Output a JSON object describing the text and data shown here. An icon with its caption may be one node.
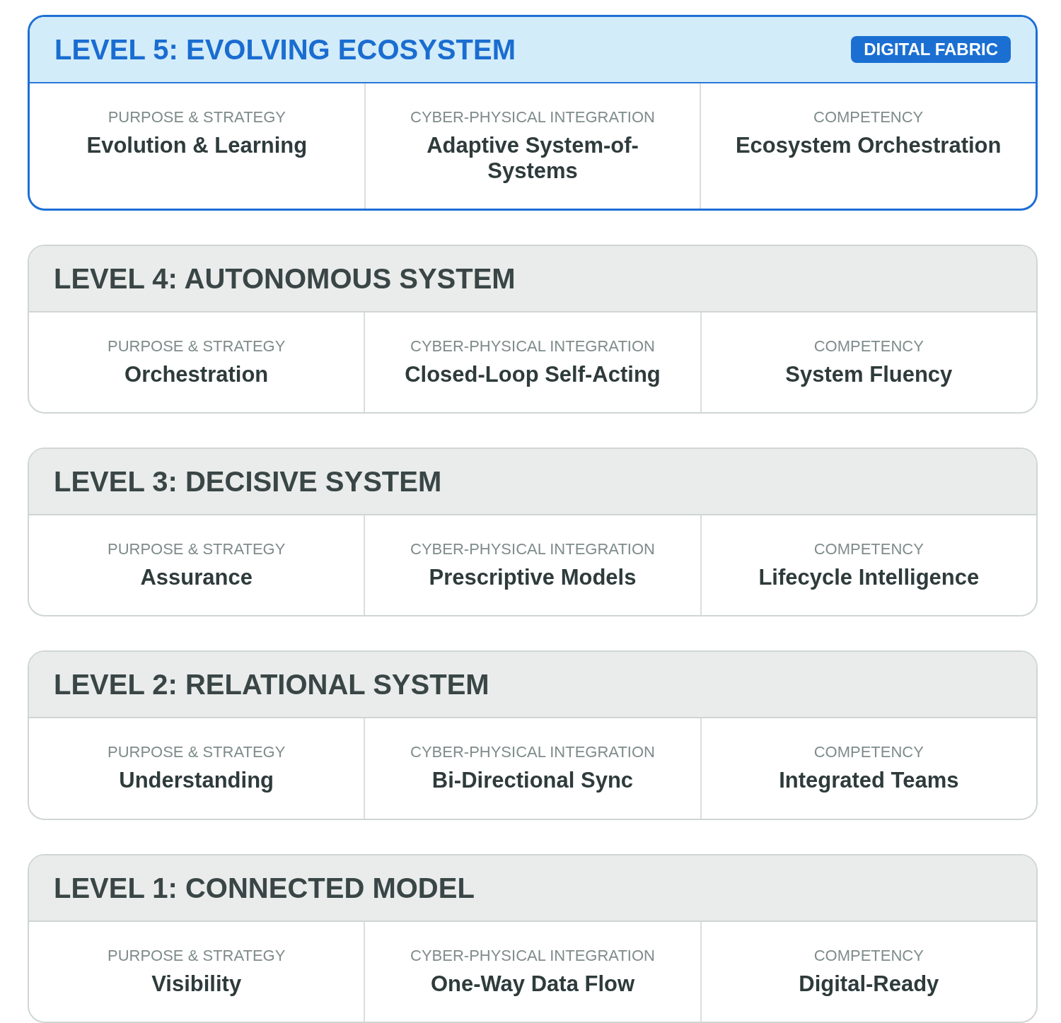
{
  "diagram": {
    "nodes": [
      {
        "text": [
          "LEVEL 5: EVOLVING ECOSYSTEM"
        ]
      },
      {
        "text": [
          "DIGITAL FABRIC"
        ],
        "in": 0
      },
      {
        "text": [
          "PURPOSE & STRATEGY",
          "Evolution & Learning"
        ],
        "in": 0
      },
      {
        "text": [
          "CYBER-PHYSICAL INTEGRATION",
          "Adaptive System-of-Systems"
        ],
        "in": 0
      },
      {
        "text": [
          "COMPETENCY",
          "Ecosystem Orchestration"
        ],
        "in": 0
      },
      {
        "text": [
          "LEVEL 4: AUTONOMOUS SYSTEM"
        ]
      },
      {
        "text": [
          "PURPOSE & STRATEGY",
          "Orchestration"
        ],
        "in": 5
      },
      {
        "text": [
          "CYBER-PHYSICAL INTEGRATION",
          "Closed-Loop Self-Acting"
        ],
        "in": 5
      },
      {
        "text": [
          "COMPETENCY",
          "System Fluency"
        ],
        "in": 5
      },
      {
        "text": [
          "LEVEL 3: DECISIVE SYSTEM"
        ]
      },
      {
        "text": [
          "PURPOSE & STRATEGY",
          "Assurance"
        ],
        "in": 9
      },
      {
        "text": [
          "CYBER-PHYSICAL INTEGRATION",
          "Prescriptive Models"
        ],
        "in": 9
      },
      {
        "text": [
          "COMPETENCY",
          "Lifecycle Intelligence"
        ],
        "in": 9
      },
      {
        "text": [
          "LEVEL 2: RELATIONAL SYSTEM"
        ]
      },
      {
        "text": [
          "PURPOSE & STRATEGY",
          "Understanding"
        ],
        "in": 13
      },
      {
        "text": [
          "CYBER-PHYSICAL INTEGRATION",
          "Bi-Directional Sync"
        ],
        "in": 13
      },
      {
        "text": [
          "COMPETENCY",
          "Integrated Teams"
        ],
        "in": 13
      },
      {
        "text": [
          "LEVEL 1: CONNECTED MODEL"
        ]
      },
      {
        "text": [
          "PURPOSE & STRATEGY",
          "Visibility"
        ],
        "in": 17
      },
      {
        "text": [
          "CYBER-PHYSICAL INTEGRATION",
          "One-Way Data Flow"
        ],
        "in": 17
      },
      {
        "text": [
          "COMPETENCY",
          "Digital-Ready"
        ],
        "in": 17
      }
    ]
  }
}
